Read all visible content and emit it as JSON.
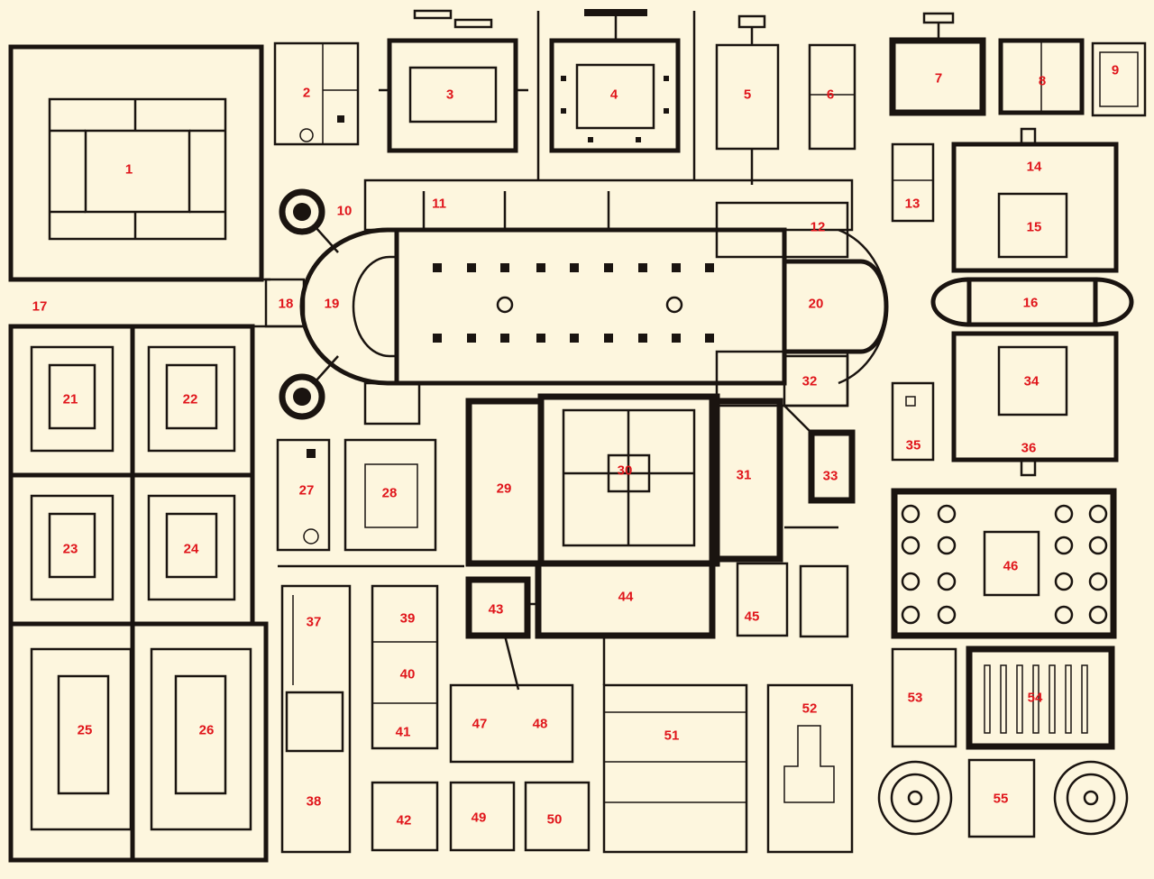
{
  "colors": {
    "background": "#fdf6de",
    "walls": "#1a1410",
    "labels": "#e0151b"
  },
  "labels": [
    "1",
    "2",
    "3",
    "4",
    "5",
    "6",
    "7",
    "8",
    "9",
    "10",
    "11",
    "12",
    "13",
    "14",
    "15",
    "16",
    "17",
    "18",
    "19",
    "20",
    "21",
    "22",
    "23",
    "24",
    "25",
    "26",
    "27",
    "28",
    "29",
    "30",
    "31",
    "32",
    "33",
    "34",
    "35",
    "36",
    "37",
    "38",
    "39",
    "40",
    "41",
    "42",
    "43",
    "44",
    "45",
    "46",
    "47",
    "48",
    "49",
    "50",
    "51",
    "52",
    "53",
    "54",
    "55"
  ]
}
